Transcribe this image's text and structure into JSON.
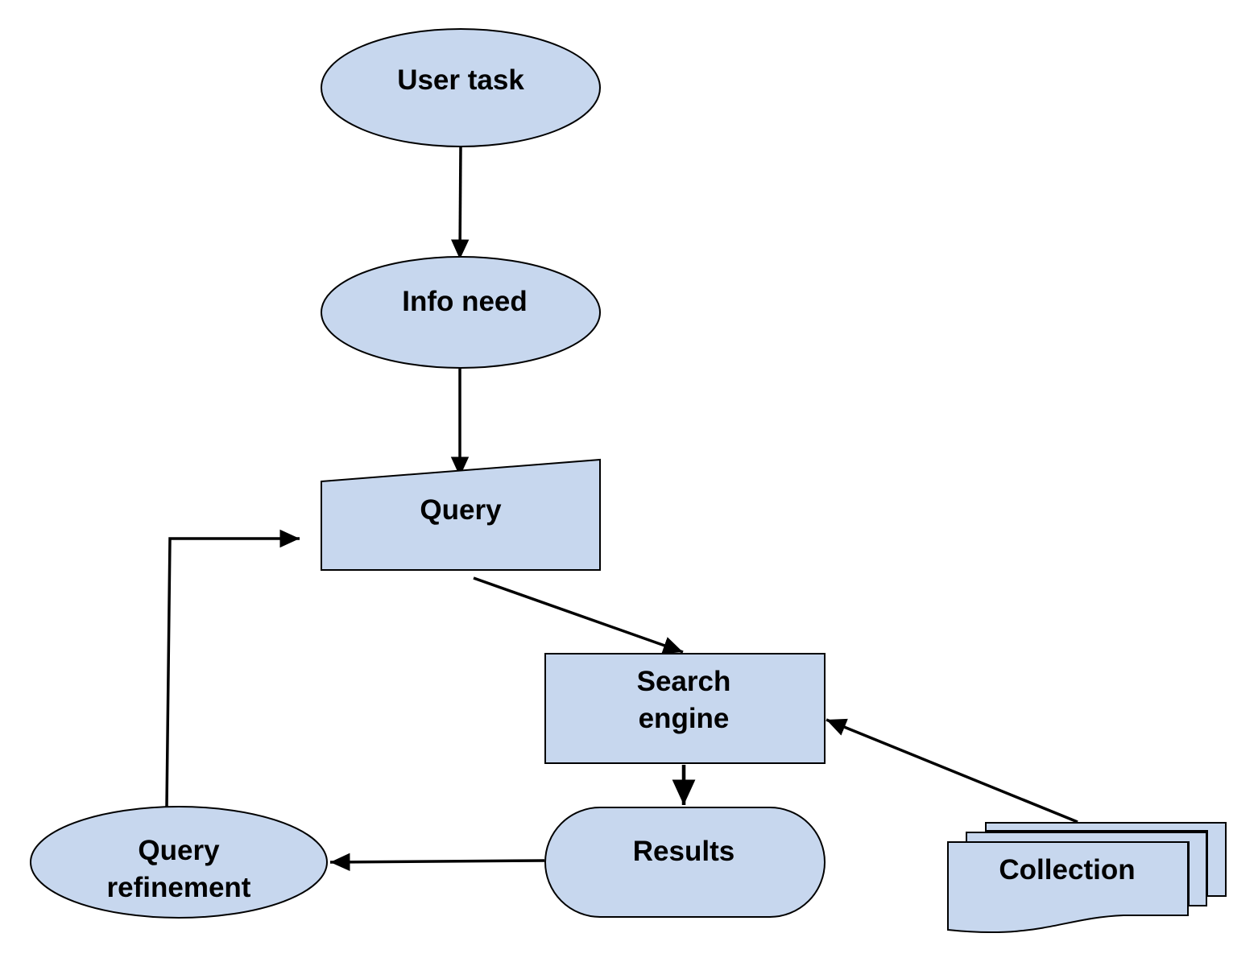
{
  "diagram": {
    "fill_color": "#c7d7ee",
    "stroke_color": "#000000",
    "nodes": {
      "user_task": {
        "shape": "ellipse",
        "label": "User task"
      },
      "info_need": {
        "shape": "ellipse",
        "label": "Info need"
      },
      "query": {
        "shape": "manual-input",
        "label": "Query"
      },
      "search_engine": {
        "shape": "rectangle",
        "label_line1": "Search",
        "label_line2": "engine"
      },
      "results": {
        "shape": "terminator",
        "label": "Results"
      },
      "collection": {
        "shape": "multi-document",
        "label": "Collection"
      },
      "query_refinement": {
        "shape": "ellipse",
        "label_line1": "Query",
        "label_line2": "refinement"
      }
    },
    "edges": [
      {
        "from": "User task",
        "to": "Info need"
      },
      {
        "from": "Info need",
        "to": "Query"
      },
      {
        "from": "Query",
        "to": "Search engine"
      },
      {
        "from": "Collection",
        "to": "Search engine"
      },
      {
        "from": "Search engine",
        "to": "Results"
      },
      {
        "from": "Results",
        "to": "Query refinement"
      },
      {
        "from": "Query refinement",
        "to": "Query"
      }
    ]
  }
}
